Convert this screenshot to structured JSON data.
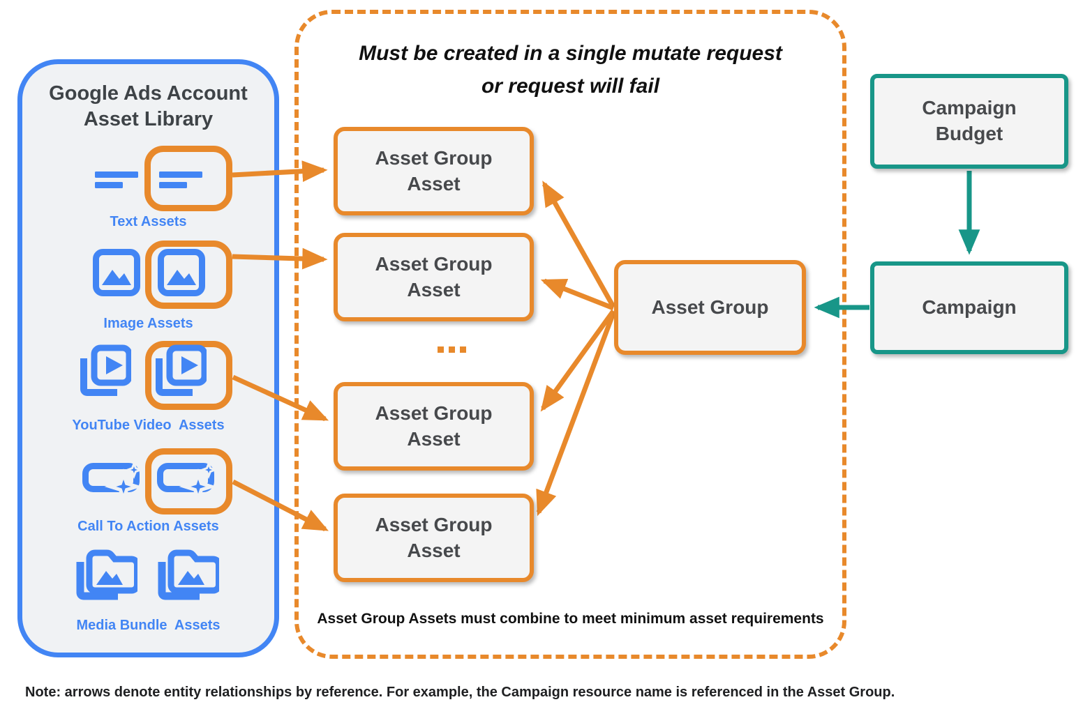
{
  "library": {
    "title_line1": "Google Ads Account",
    "title_line2": "Asset Library",
    "items": [
      {
        "label": "Text Assets",
        "icon": "text-asset-icon",
        "highlighted": true
      },
      {
        "label": "Image Assets",
        "icon": "image-asset-icon",
        "highlighted": true
      },
      {
        "label": "YouTube Video  Assets",
        "icon": "youtube-video-asset-icon",
        "highlighted": true
      },
      {
        "label": "Call To Action Assets",
        "icon": "cta-asset-icon",
        "highlighted": true
      },
      {
        "label": "Media Bundle  Assets",
        "icon": "media-bundle-asset-icon",
        "highlighted": false
      }
    ]
  },
  "mutate_group": {
    "title_line1": "Must be created in a single mutate request",
    "title_line2": "or request will fail",
    "boxes": [
      "Asset Group Asset",
      "Asset Group Asset",
      "Asset Group Asset",
      "Asset Group Asset"
    ],
    "ellipsis": "...",
    "footnote": "Asset Group Assets must combine to meet minimum asset requirements"
  },
  "asset_group": {
    "label": "Asset Group"
  },
  "campaign_budget": {
    "label": "Campaign Budget"
  },
  "campaign": {
    "label": "Campaign"
  },
  "note": "Note: arrows denote entity relationships by reference. For example, the Campaign resource name is referenced in the Asset Group.",
  "colors": {
    "orange": "#E8892B",
    "teal": "#189688",
    "blue": "#4285F4",
    "box_fill": "#F4F4F4",
    "library_fill": "#F0F2F4",
    "dark_text": "#47494C"
  }
}
